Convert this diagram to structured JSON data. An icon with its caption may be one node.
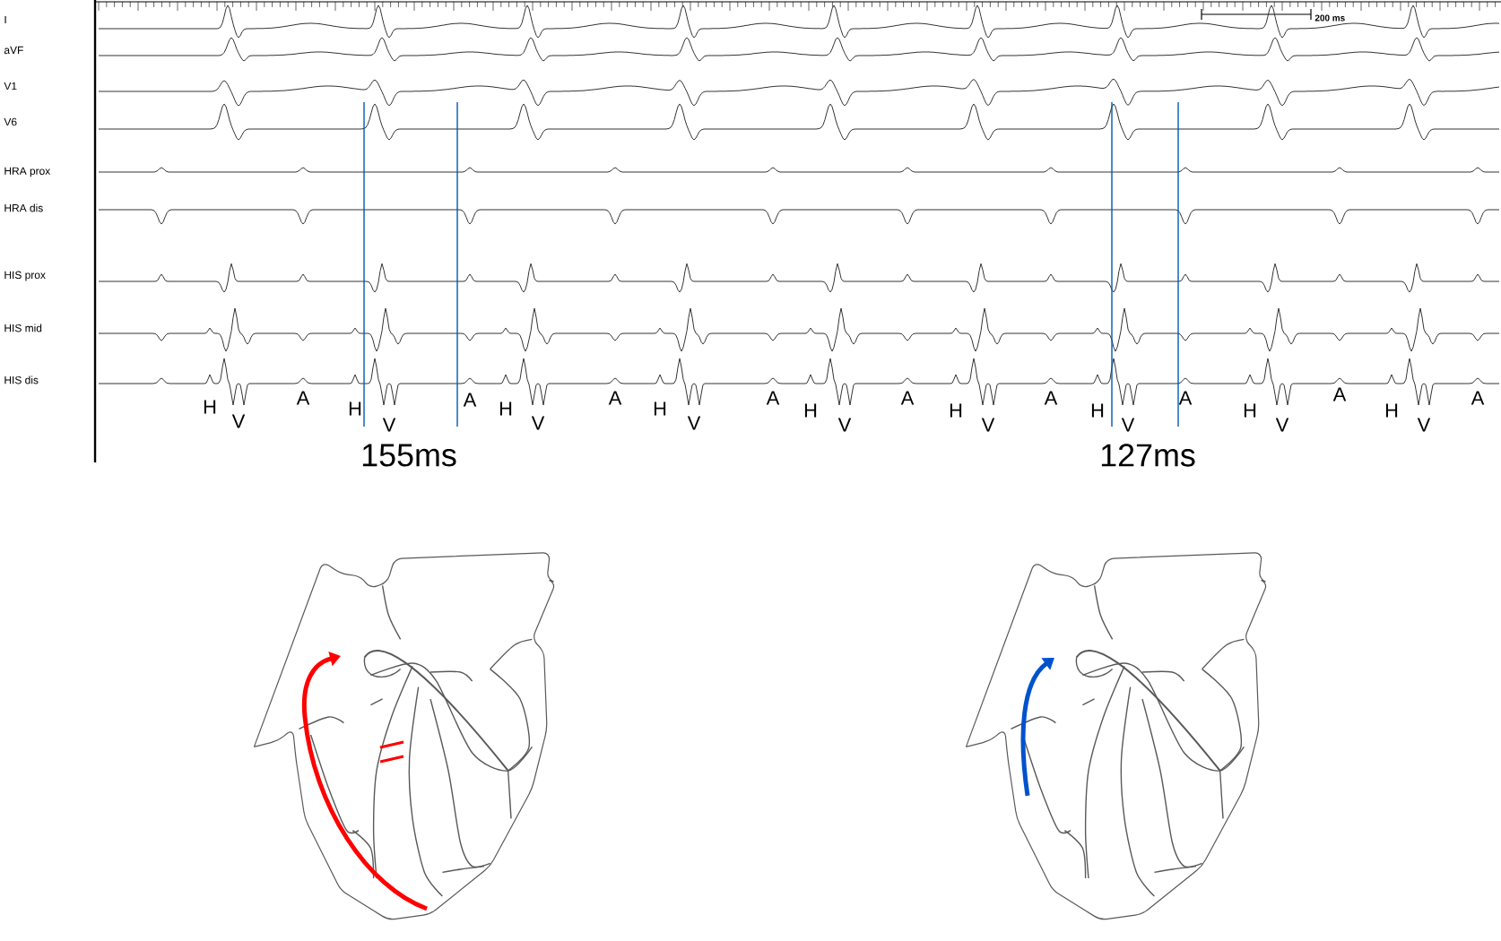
{
  "diagram": {
    "labels": [
      "I",
      "aVF",
      "V1",
      "V6",
      "HRA prox",
      "HRA dis",
      "HIS prox",
      "HIS mid",
      "HIS dis",
      "200 ms",
      "H",
      "V",
      "A",
      "H",
      "V",
      "A",
      "H",
      "V",
      "A",
      "H",
      "V",
      "A",
      "H",
      "V",
      "A",
      "H",
      "V",
      "A",
      "H",
      "V",
      "A",
      "H",
      "V",
      "A",
      "H",
      "V",
      "A",
      "155ms",
      "127ms"
    ]
  }
}
